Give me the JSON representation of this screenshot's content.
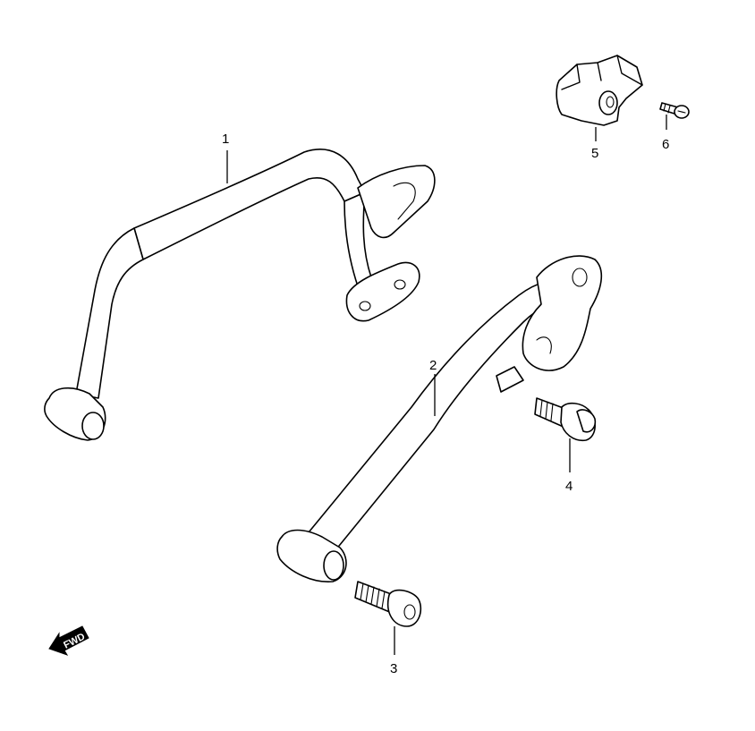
{
  "callouts": [
    "1",
    "2",
    "3",
    "4",
    "5",
    "6"
  ],
  "fwd_label": "FWD"
}
